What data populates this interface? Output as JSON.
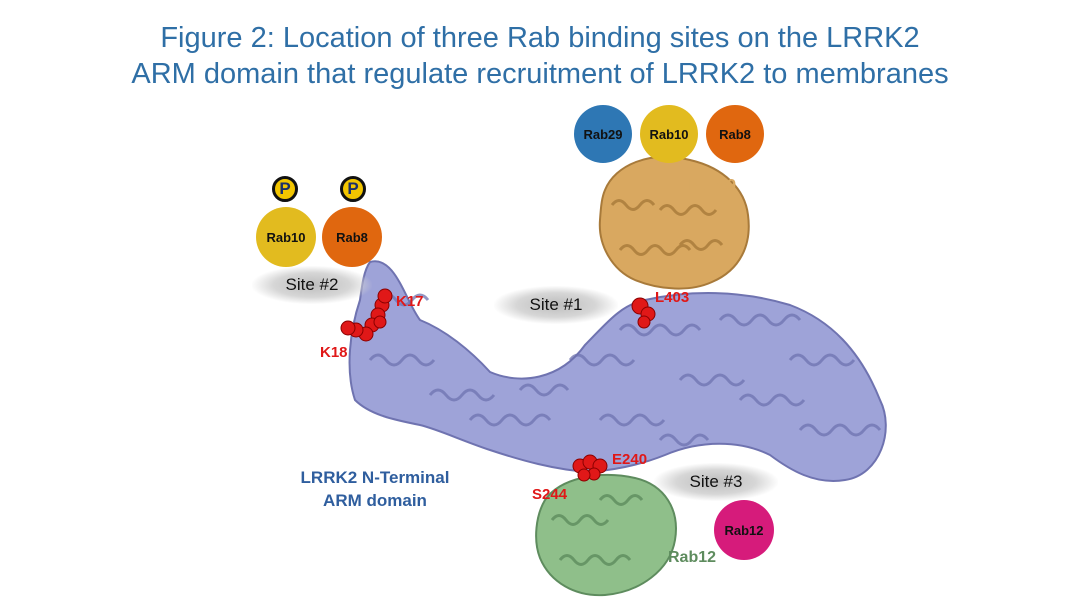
{
  "title": {
    "line1": "Figure 2: Location of three Rab binding sites on the LRRK2",
    "line2": "ARM domain that regulate recruitment of LRRK2 to membranes"
  },
  "phospho_label": "P",
  "rab_circles": {
    "site1": [
      {
        "label": "Rab29",
        "color": "#2e77b4"
      },
      {
        "label": "Rab10",
        "color": "#e2bb1f"
      },
      {
        "label": "Rab8",
        "color": "#e0670f"
      }
    ],
    "site2": [
      {
        "label": "Rab10",
        "color": "#e2bb1f"
      },
      {
        "label": "Rab8",
        "color": "#e0670f"
      }
    ],
    "site3": [
      {
        "label": "Rab12",
        "color": "#d61b7b"
      }
    ]
  },
  "sites": {
    "site1": "Site #1",
    "site2": "Site #2",
    "site3": "Site #3"
  },
  "residues": {
    "k17": "K17",
    "k18": "K18",
    "l403": "L403",
    "e240": "E240",
    "s244": "S244"
  },
  "protein_labels": {
    "rab29": {
      "text": "Rab29",
      "color": "#d9a860"
    },
    "rab12": {
      "text": "Rab12",
      "color": "#5e8c5e"
    },
    "arm_line1": "LRRK2 N-Terminal",
    "arm_line2": "ARM domain"
  },
  "colors": {
    "arm": "#9ea3d8",
    "arm_dark": "#6f73b0",
    "rab29_structure": "#d9a860",
    "rab12_structure": "#8fbf8a",
    "residue": "#e01818"
  }
}
